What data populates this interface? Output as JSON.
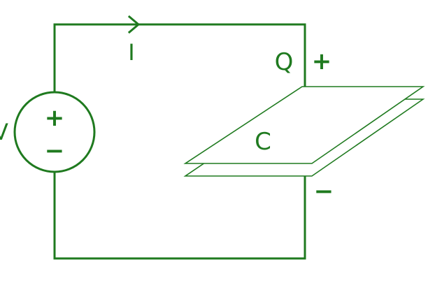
{
  "diagram": {
    "color": "#1f7a1f",
    "labels": {
      "source": "V",
      "current": "I",
      "charge": "Q",
      "capacitor": "C",
      "plus_top": "+",
      "minus_bottom": "−",
      "source_plus": "+",
      "source_minus": "−"
    }
  }
}
